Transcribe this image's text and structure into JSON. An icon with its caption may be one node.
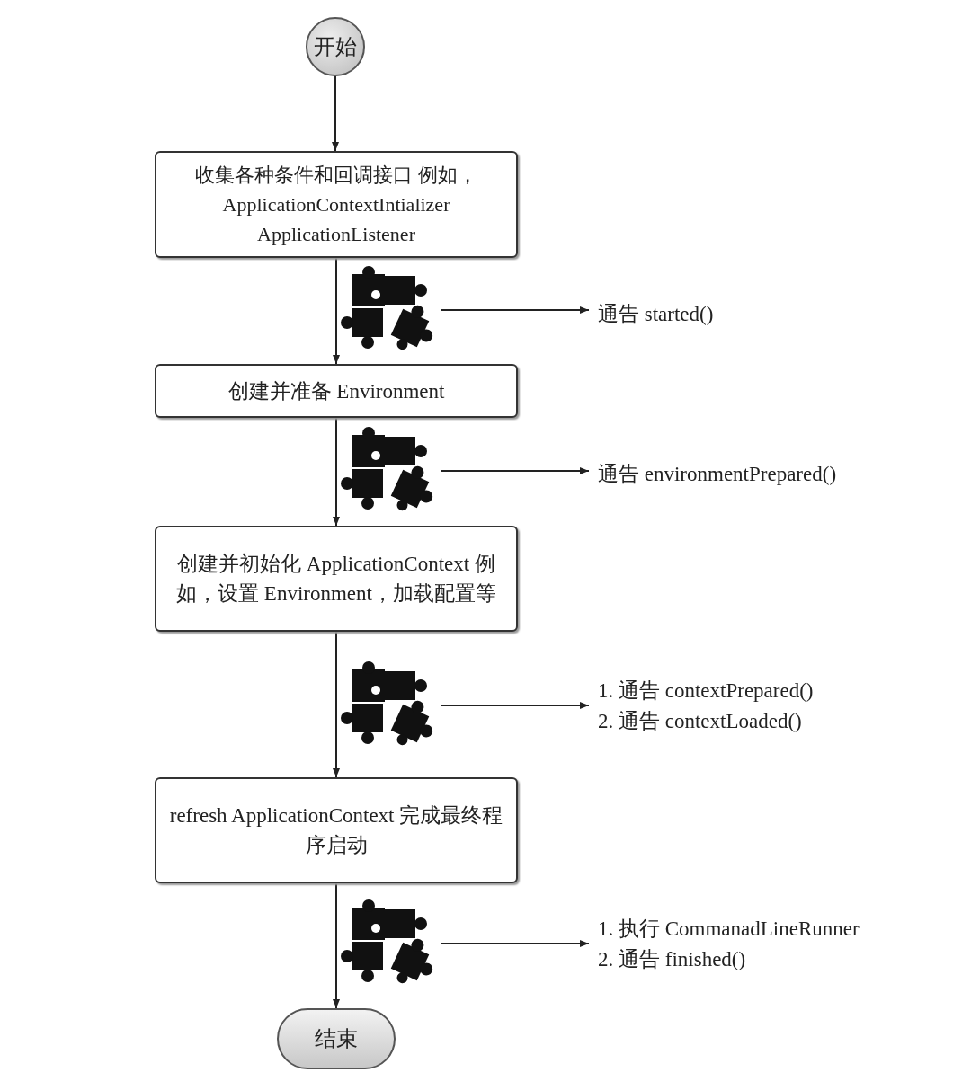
{
  "diagram": {
    "nodes": [
      {
        "text": [
          "开始"
        ]
      },
      {
        "text": [
          "收集各种条件和回调接口 例如，ApplicationContextIntializer ApplicationListener"
        ]
      },
      {
        "text": [],
        "shape": "picture"
      },
      {
        "text": [
          "通告 started()"
        ]
      },
      {
        "text": [
          "创建并准备 Environment"
        ]
      },
      {
        "text": [],
        "shape": "picture"
      },
      {
        "text": [
          "通告 environmentPrepared()"
        ]
      },
      {
        "text": [
          "创建并初始化 ApplicationContext 例如，设置 Environment，加载配置等"
        ]
      },
      {
        "text": [],
        "shape": "picture"
      },
      {
        "text": [
          "1. 通告 contextPrepared()",
          "2. 通告 contextLoaded()"
        ]
      },
      {
        "text": [
          "refresh ApplicationContext 完成最终程序启动"
        ]
      },
      {
        "text": [],
        "shape": "picture"
      },
      {
        "text": [
          "1. 执行 CommanadLineRunner",
          "2. 通告 finished()"
        ]
      },
      {
        "text": [
          "结束"
        ]
      }
    ],
    "edges": [
      {
        "from": 0,
        "to": 1,
        "arrow": "to"
      },
      {
        "from": 1,
        "to": 4,
        "arrow": "to"
      },
      {
        "from": 2,
        "to": 3,
        "arrow": "to"
      },
      {
        "from": 4,
        "to": 7,
        "arrow": "to"
      },
      {
        "from": 5,
        "to": 6,
        "arrow": "to"
      },
      {
        "from": 7,
        "to": 10,
        "arrow": "to"
      },
      {
        "from": 8,
        "to": 9,
        "arrow": "to"
      },
      {
        "from": 10,
        "to": 13,
        "arrow": "to"
      },
      {
        "from": 11,
        "to": 12,
        "arrow": "to"
      }
    ]
  }
}
